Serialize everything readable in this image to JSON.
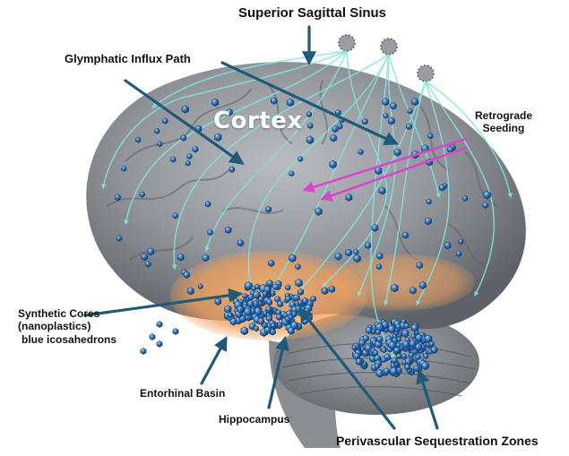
{
  "labels": {
    "superior_sagittal_sinus": "Superior Sagittal Sinus",
    "glymphatic_influx_path": "Glymphatic Influx Path",
    "cortex": "Cortex",
    "retrograde_line1": "Retrograde",
    "retrograde_line2": "Seeding",
    "synthetic_line1": "Synthetic Cores",
    "synthetic_line2": "(nanoplastics)",
    "synthetic_line3": "blue icosahedrons",
    "entorhinal_basin": "Entorhinal Basin",
    "hippocampus": "Hippocampus",
    "perivascular": "Perivascular Sequestration Zones"
  },
  "colors": {
    "brain_gray": "#8d9196",
    "flow_cyan": "#7fe6e0",
    "particle_blue": "#2f6fb3",
    "entorhinal_orange": "#f2a15d",
    "arrow_navy": "#1f5a78",
    "retrograde_magenta": "#d648c8"
  },
  "icons": [
    "spiked-sphere-icon",
    "icosahedron-particle-icon"
  ]
}
